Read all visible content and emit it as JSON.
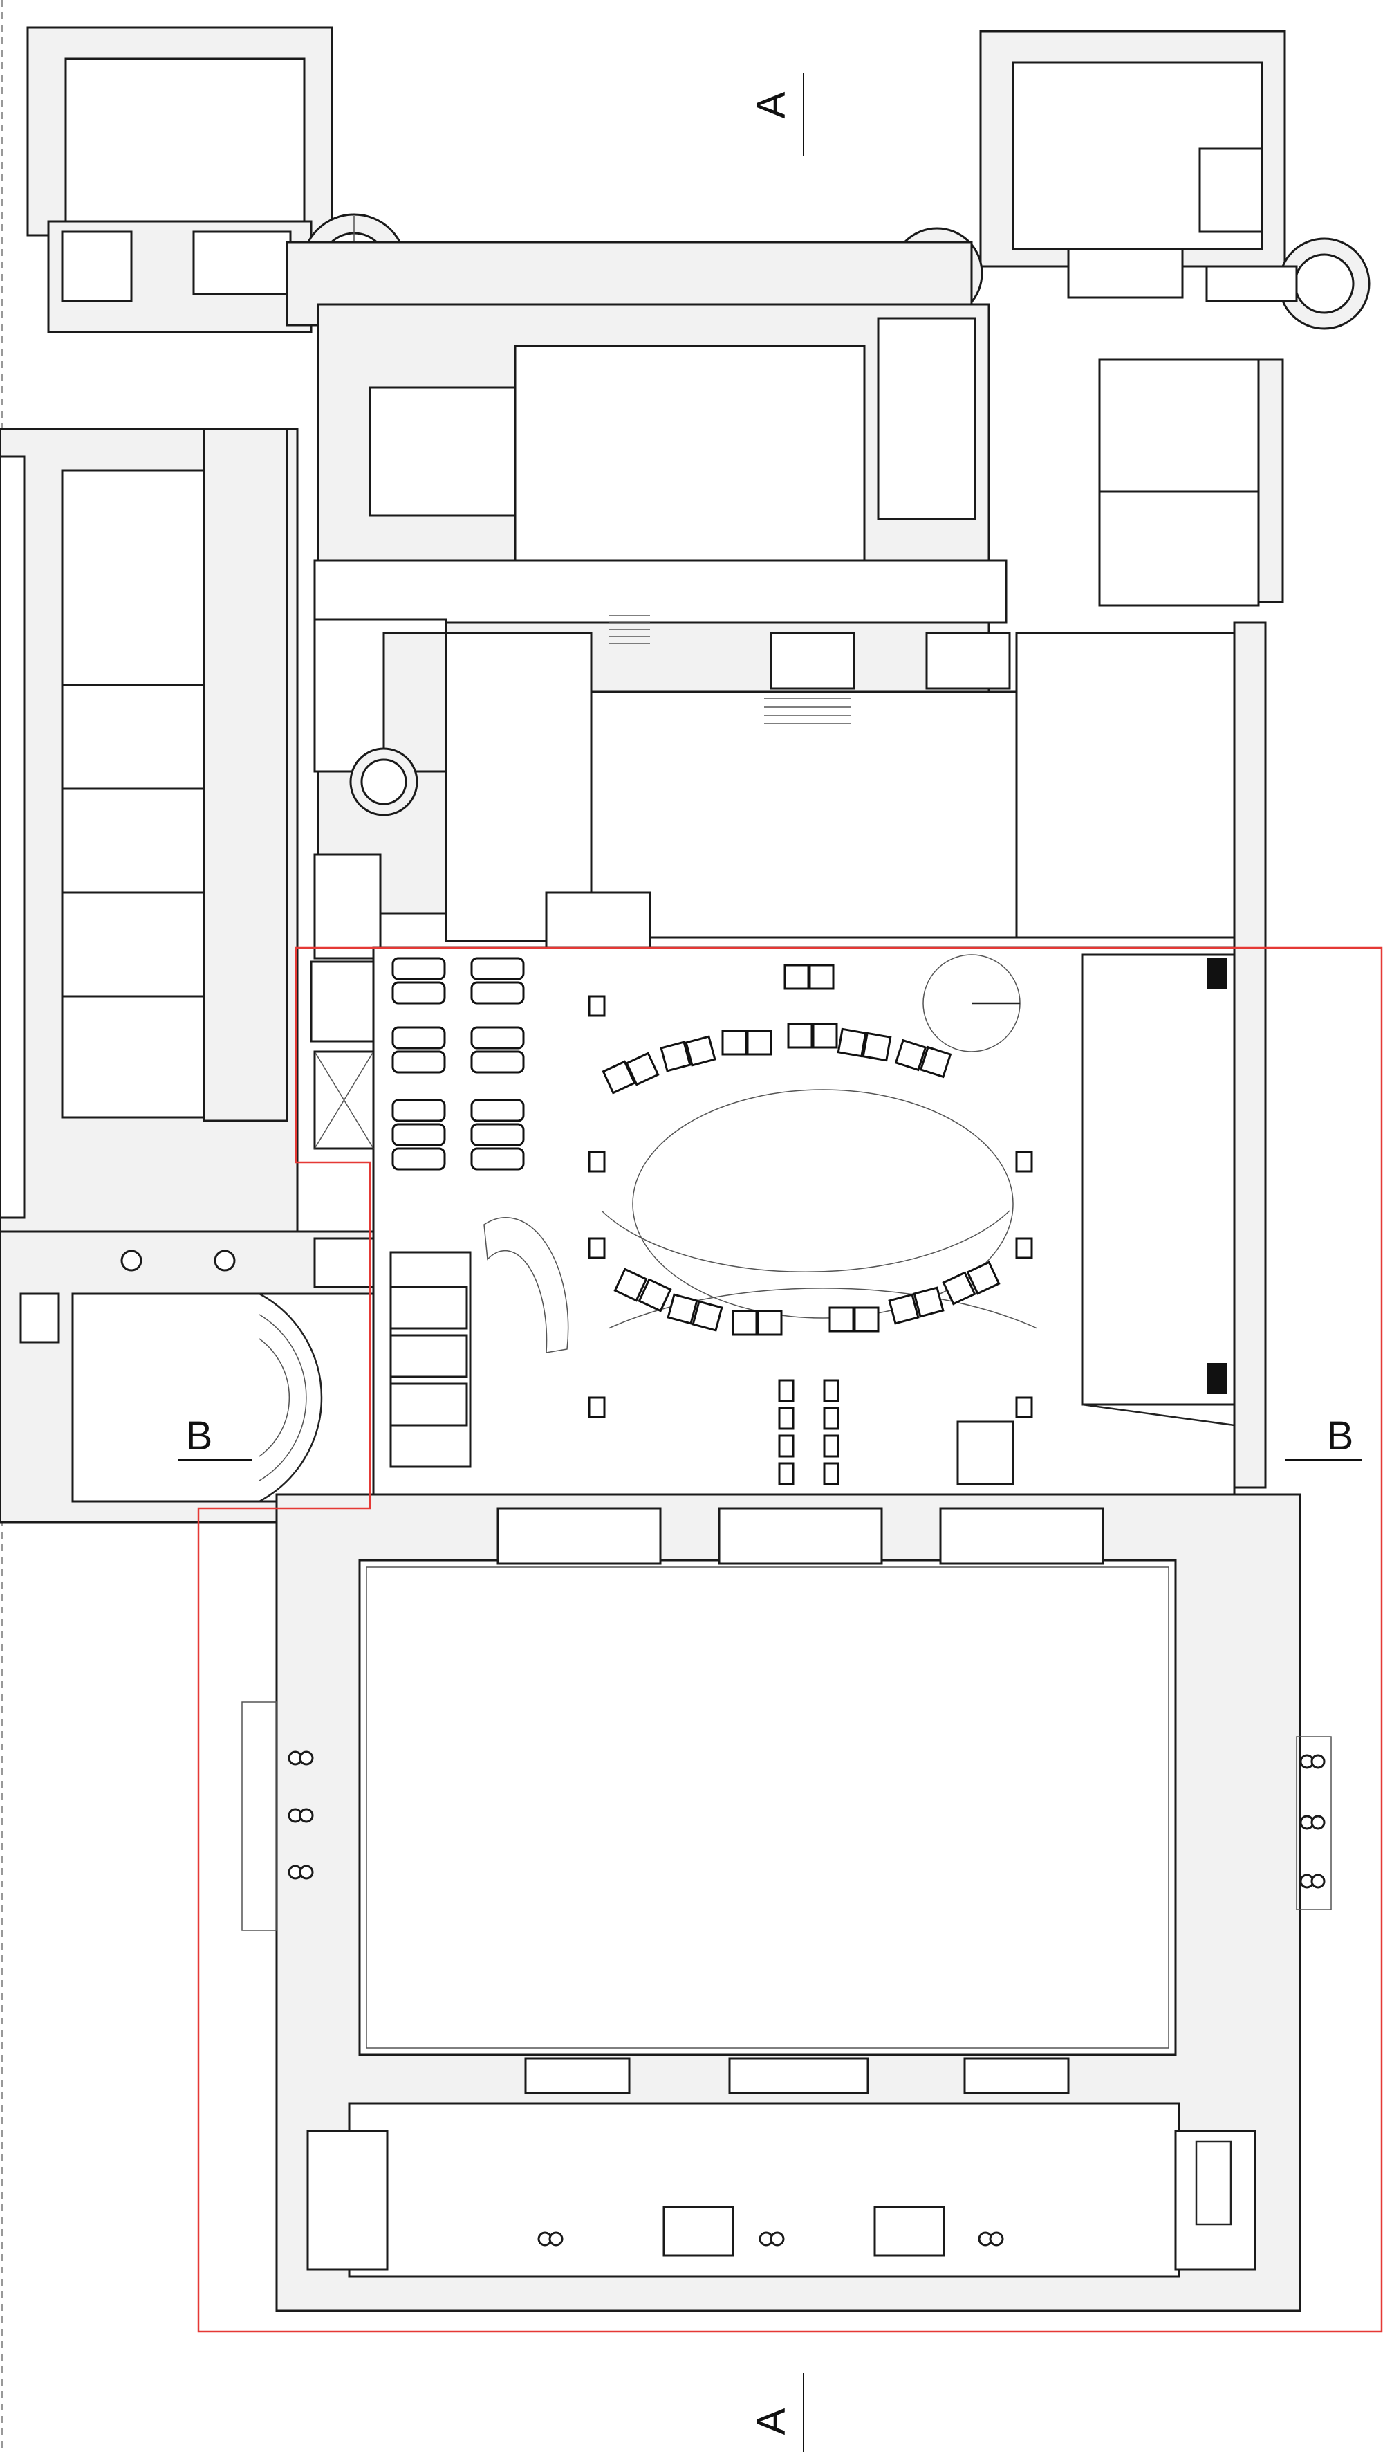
{
  "section_labels": {
    "a_top": "A",
    "a_bottom": "A",
    "b_left": "B",
    "b_right": "B"
  },
  "colors": {
    "wall_line": "#1a1a1a",
    "wall_fill": "#f2f2f2",
    "highlight_box": "#e53935"
  }
}
